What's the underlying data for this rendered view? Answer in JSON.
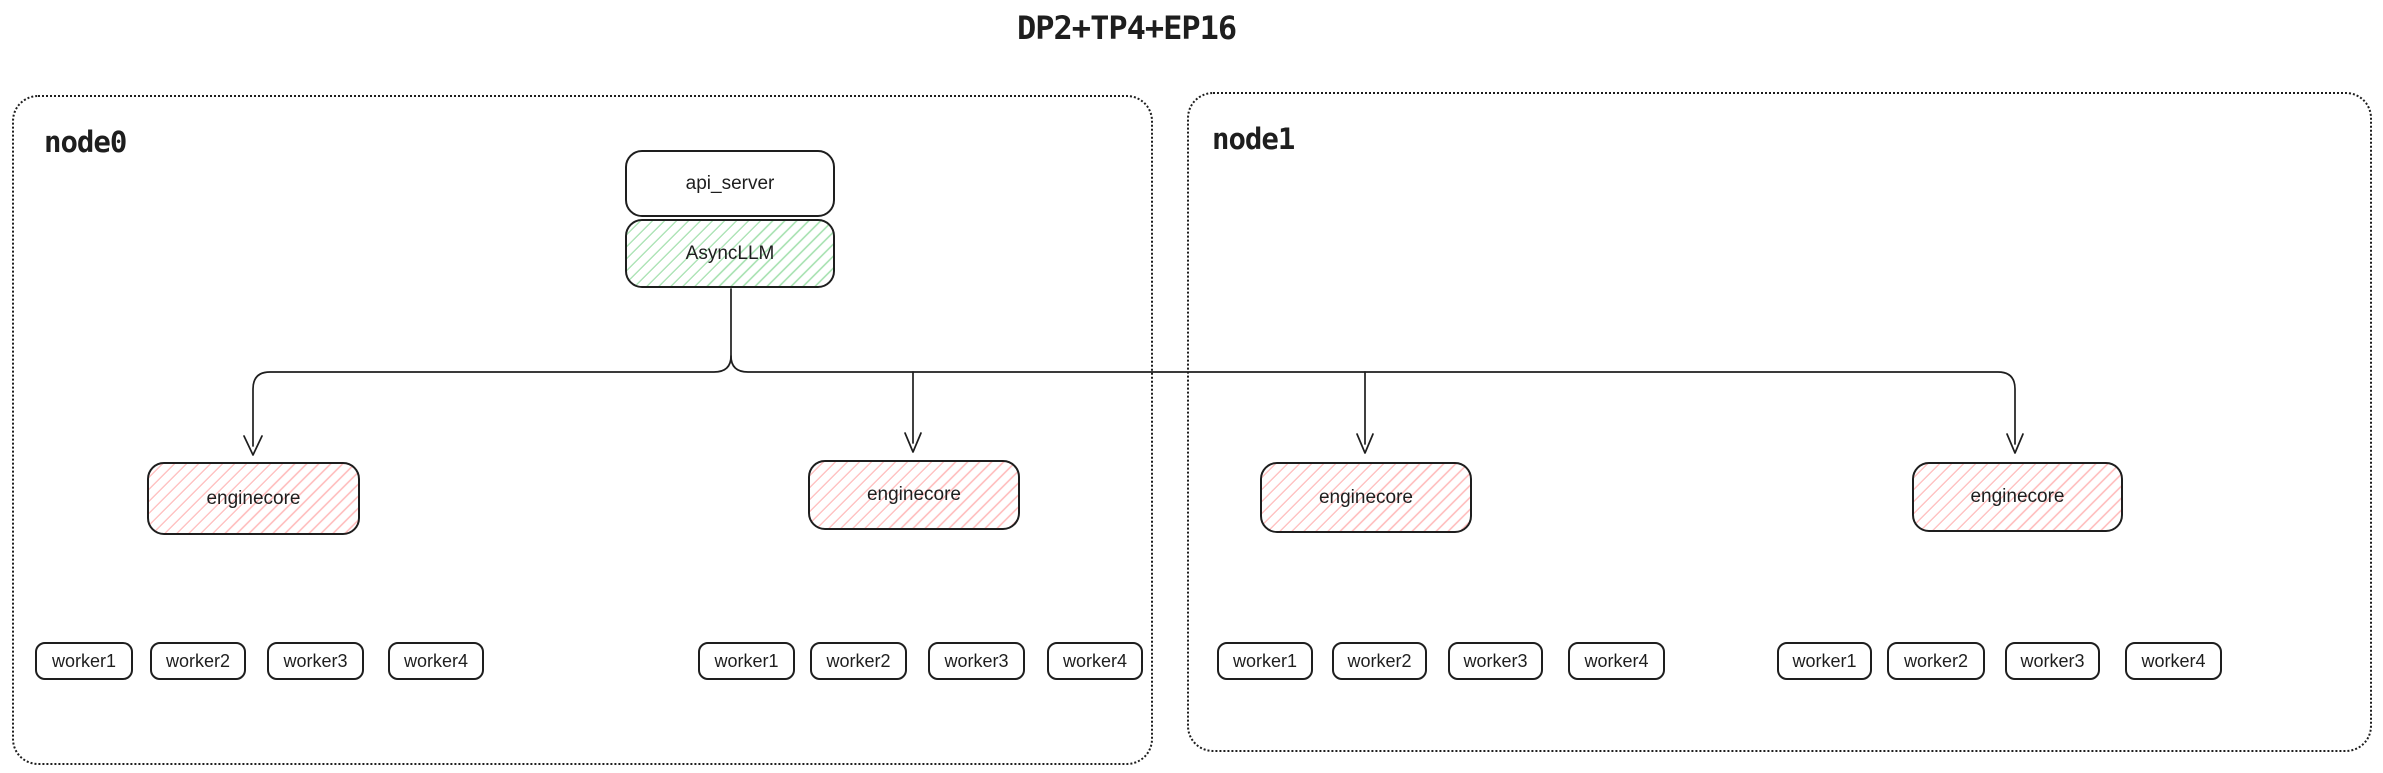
{
  "title": "DP2+TP4+EP16",
  "api_server": {
    "label": "api_server"
  },
  "async_llm": {
    "label": "AsyncLLM"
  },
  "nodes": [
    {
      "label": "node0",
      "engines": [
        {
          "label": "enginecore",
          "workers": [
            "worker1",
            "worker2",
            "worker3",
            "worker4"
          ]
        },
        {
          "label": "enginecore",
          "workers": [
            "worker1",
            "worker2",
            "worker3",
            "worker4"
          ]
        }
      ]
    },
    {
      "label": "node1",
      "engines": [
        {
          "label": "enginecore",
          "workers": [
            "worker1",
            "worker2",
            "worker3",
            "worker4"
          ]
        },
        {
          "label": "enginecore",
          "workers": [
            "worker1",
            "worker2",
            "worker3",
            "worker4"
          ]
        }
      ]
    }
  ],
  "colors": {
    "stroke": "#1e1e1e",
    "async_llm_hatch": "#40c057",
    "enginecore_hatch": "#ff6969",
    "background": "#ffffff"
  }
}
